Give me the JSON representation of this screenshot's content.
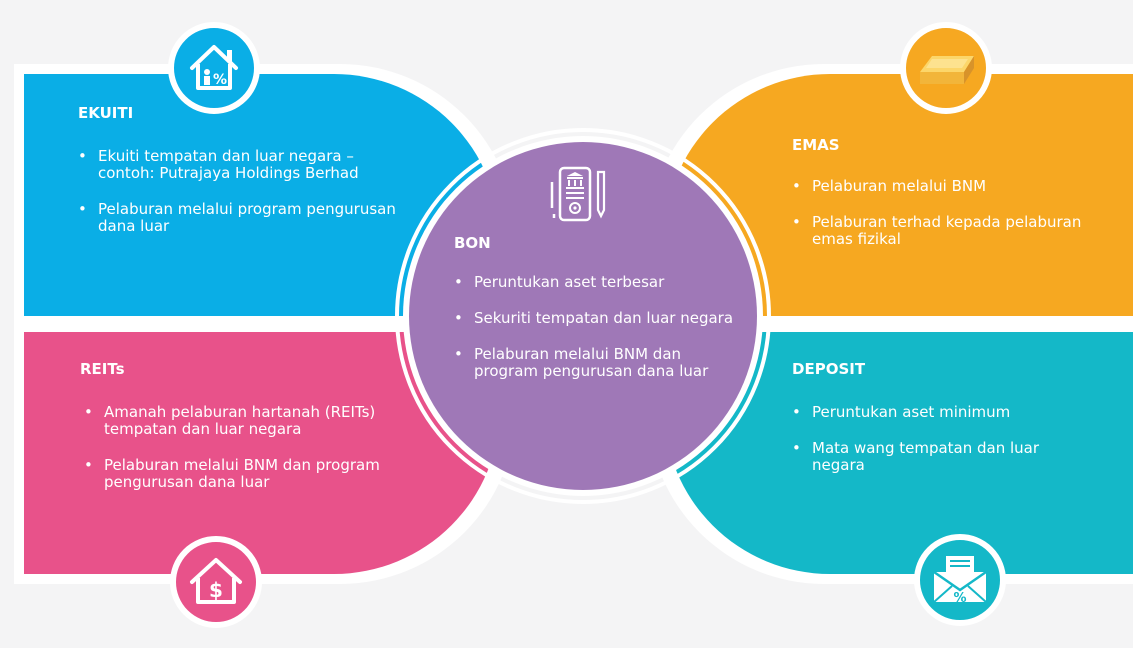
{
  "panels": {
    "ekuiti": {
      "title": "EKUITI",
      "items": [
        "Ekuiti tempatan dan luar negara – contoh: Putrajaya Holdings Berhad",
        "Pelaburan melalui program pengurusan dana luar"
      ],
      "icon": "house-percent-icon",
      "color": "#0aaee6"
    },
    "emas": {
      "title": "EMAS",
      "items": [
        "Pelaburan melalui BNM",
        "Pelaburan terhad kepada pelaburan emas fizikal"
      ],
      "icon": "gold-bar-icon",
      "color": "#f6a821"
    },
    "reits": {
      "title": "REITs",
      "items": [
        "Amanah pelaburan hartanah (REITs)  tempatan dan luar negara",
        "Pelaburan melalui BNM dan program pengurusan dana luar"
      ],
      "icon": "house-dollar-icon",
      "color": "#e8528a"
    },
    "deposit": {
      "title": "DEPOSIT",
      "items": [
        "Peruntukan aset minimum",
        "Mata wang tempatan dan luar negara"
      ],
      "icon": "envelope-money-icon",
      "color": "#14b8c8"
    },
    "bon": {
      "title": "BON",
      "items": [
        "Peruntukan aset terbesar",
        "Sekuriti tempatan dan luar negara",
        "Pelaburan melalui BNM dan program pengurusan dana luar"
      ],
      "icon": "bond-document-icon",
      "color": "#9f78b7"
    }
  }
}
